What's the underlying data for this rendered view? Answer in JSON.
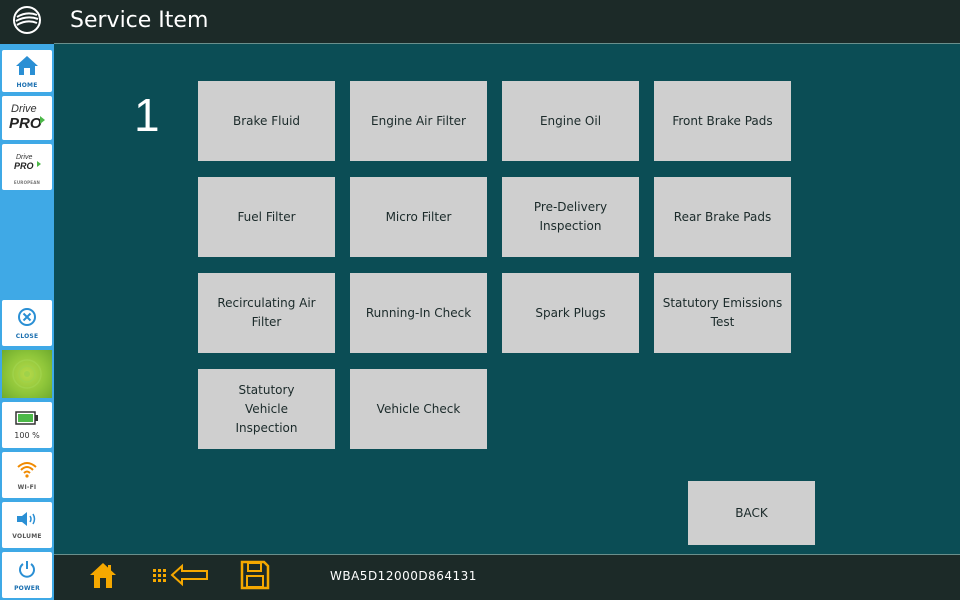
{
  "header": {
    "title": "Service Item"
  },
  "page_number": "1",
  "sidebar": {
    "home_label": "HOME",
    "drivepro_label": "Drive PRO",
    "drivepro_euro_label": "EUROPEAN",
    "close_label": "CLOSE",
    "battery_value": "100 %",
    "wifi_label": "WI-FI",
    "volume_label": "VOLUME",
    "power_label": "POWER"
  },
  "tiles": [
    {
      "label": "Brake Fluid"
    },
    {
      "label": "Engine Air Filter"
    },
    {
      "label": "Engine Oil"
    },
    {
      "label": "Front Brake Pads"
    },
    {
      "label": "Fuel Filter"
    },
    {
      "label": "Micro Filter"
    },
    {
      "label": "Pre-Delivery Inspection"
    },
    {
      "label": "Rear Brake Pads"
    },
    {
      "label": "Recirculating Air Filter"
    },
    {
      "label": "Running-In Check"
    },
    {
      "label": "Spark Plugs"
    },
    {
      "label": "Statutory Emissions Test"
    },
    {
      "label": "Statutory Vehicle Inspection"
    },
    {
      "label": "Vehicle Check"
    }
  ],
  "back_label": "BACK",
  "footer": {
    "vin": "WBA5D12000D864131"
  },
  "colors": {
    "background": "#0b4d55",
    "bar": "#1c2a28",
    "tile": "#cfcfcf",
    "sidebar": "#3fa9e6",
    "footer_icons": "#f5a800"
  },
  "icons": [
    "app-logo-icon",
    "home-icon",
    "close-icon",
    "battery-icon",
    "wifi-icon",
    "volume-icon",
    "power-icon",
    "footer-home-icon",
    "footer-back-grid-icon",
    "footer-save-icon"
  ]
}
